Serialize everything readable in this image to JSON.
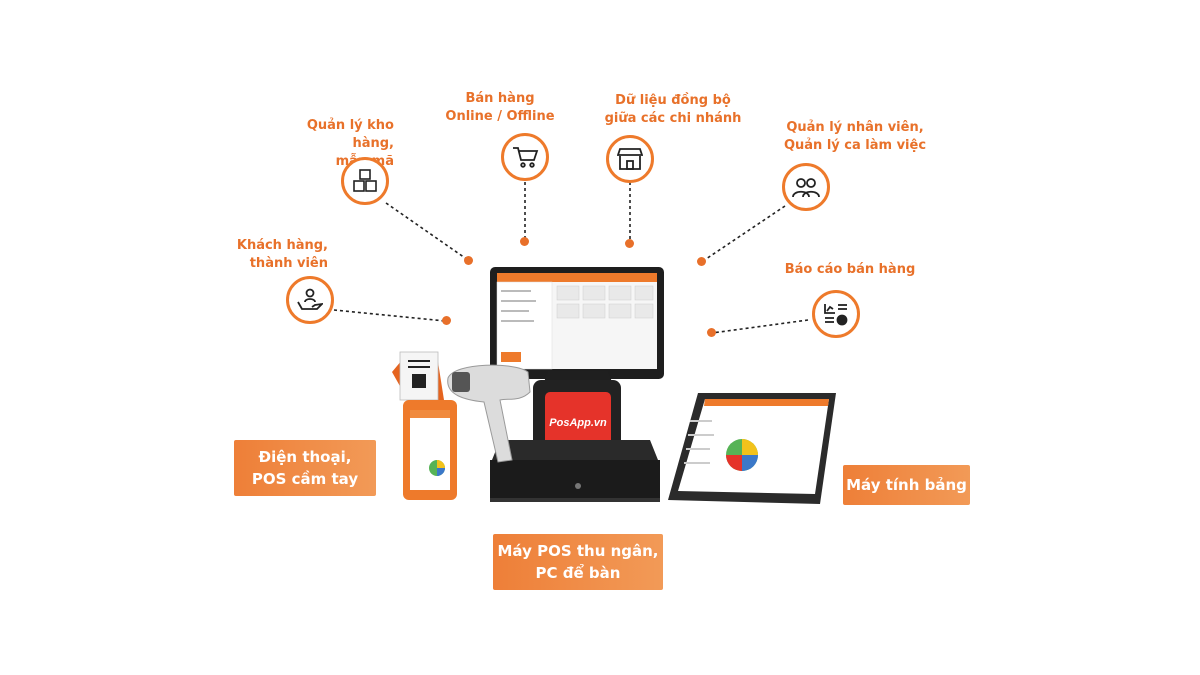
{
  "features": {
    "warehouse": {
      "line1": "Quản lý kho hàng,",
      "line2": "mẫu mã",
      "icon": "boxes-icon"
    },
    "sales": {
      "line1": "Bán hàng",
      "line2": "Online / Offline",
      "icon": "shopping-cart-icon"
    },
    "sync": {
      "line1": "Dữ liệu đồng bộ",
      "line2": "giữa các chi nhánh",
      "icon": "storefront-icon"
    },
    "staff": {
      "line1": "Quản lý nhân viên,",
      "line2": "Quản lý ca làm việc",
      "icon": "users-icon"
    },
    "customers": {
      "line1": "Khách hàng,",
      "line2": "thành viên",
      "icon": "customer-hand-icon"
    },
    "reports": {
      "line1": "Báo cáo bán hàng",
      "icon": "report-chart-icon"
    }
  },
  "devices": {
    "phone": {
      "line1": "Điện thoại,",
      "line2": "POS cầm tay"
    },
    "tablet": {
      "label": "Máy tính bảng"
    },
    "pos": {
      "line1": "Máy POS thu ngân,",
      "line2": "PC để bàn"
    }
  },
  "brand": {
    "logo": "PosApp.vn"
  },
  "colors": {
    "accent": "#ee7a2b",
    "dark": "#2b2b2b",
    "screen": "#f4f4f4"
  }
}
